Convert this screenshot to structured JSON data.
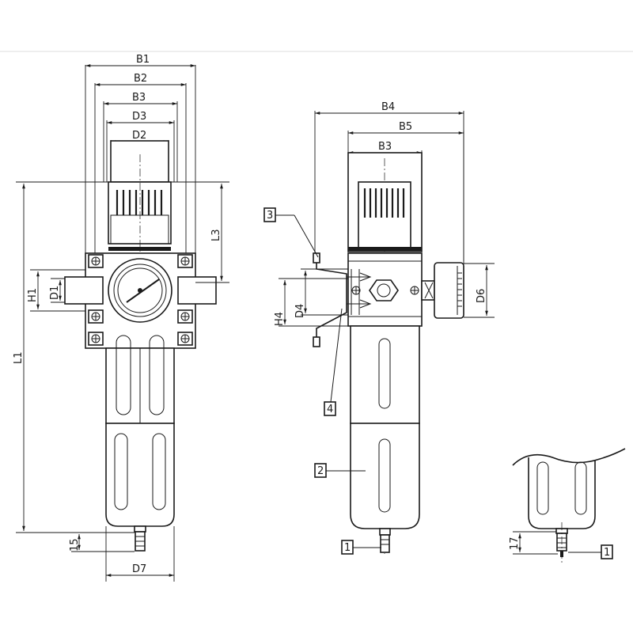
{
  "colors": {
    "line": "#1a1a1a",
    "background": "#ffffff",
    "top_rule": "#dddddd"
  },
  "dimensions": {
    "B1": "B1",
    "B2": "B2",
    "B3": "B3",
    "D3": "D3",
    "D2": "D2",
    "L3": "L3",
    "L1": "L1",
    "H1": "H1",
    "D1": "D1",
    "L5": "15",
    "D7": "D7",
    "B4": "B4",
    "B5": "B5",
    "B3_side": "B3",
    "H4": "H4",
    "D4": "D4",
    "D6": "D6",
    "L7": "17"
  },
  "callouts": {
    "c1_side": "1",
    "c2": "2",
    "c3": "3",
    "c4": "4",
    "c1_detail": "1"
  }
}
